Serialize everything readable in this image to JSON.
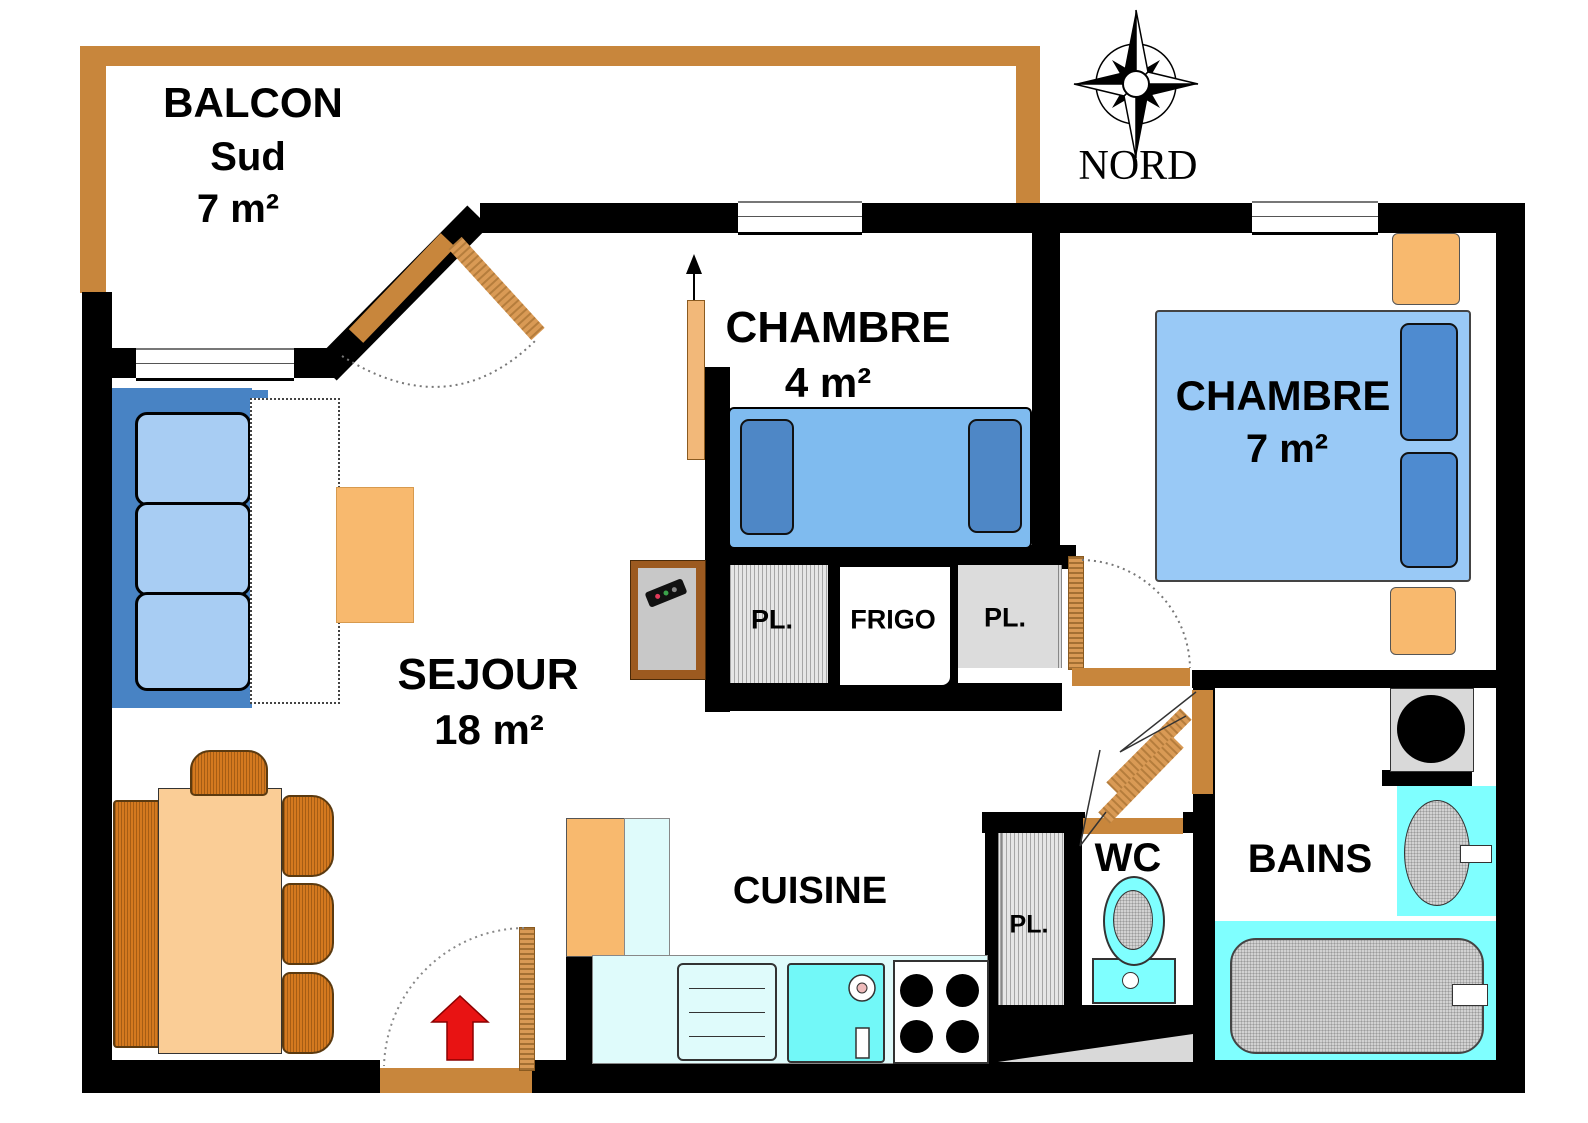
{
  "compass": {
    "label": "NORD"
  },
  "rooms": {
    "balcon": {
      "name": "BALCON",
      "orientation": "Sud",
      "area": "7  m²"
    },
    "chambre4": {
      "name": "CHAMBRE",
      "area": "4 m²"
    },
    "chambre7": {
      "name": "CHAMBRE",
      "area": "7 m²"
    },
    "sejour": {
      "name": "SEJOUR",
      "area": "18 m²"
    },
    "cuisine": {
      "name": "CUISINE"
    },
    "wc": {
      "name": "WC"
    },
    "bains": {
      "name": "BAINS"
    }
  },
  "closets": {
    "pl_hall": "PL.",
    "frigo": "FRIGO",
    "pl_hall2": "PL.",
    "pl_wc": "PL."
  },
  "colors": {
    "wall": "#000000",
    "railing": "#C8863C",
    "door_tan": "#D99A55",
    "furniture_orange": "#F8B96E",
    "furniture_wood": "#D4791F",
    "bed_blue": "#99C9F6",
    "pillow_blue": "#4E87C6",
    "sofa_frame_blue": "#4883C4",
    "counter_cyan": "#DFFBFB",
    "fixture_cyan": "#7FFFFF",
    "entry_arrow_red": "#E81313"
  }
}
